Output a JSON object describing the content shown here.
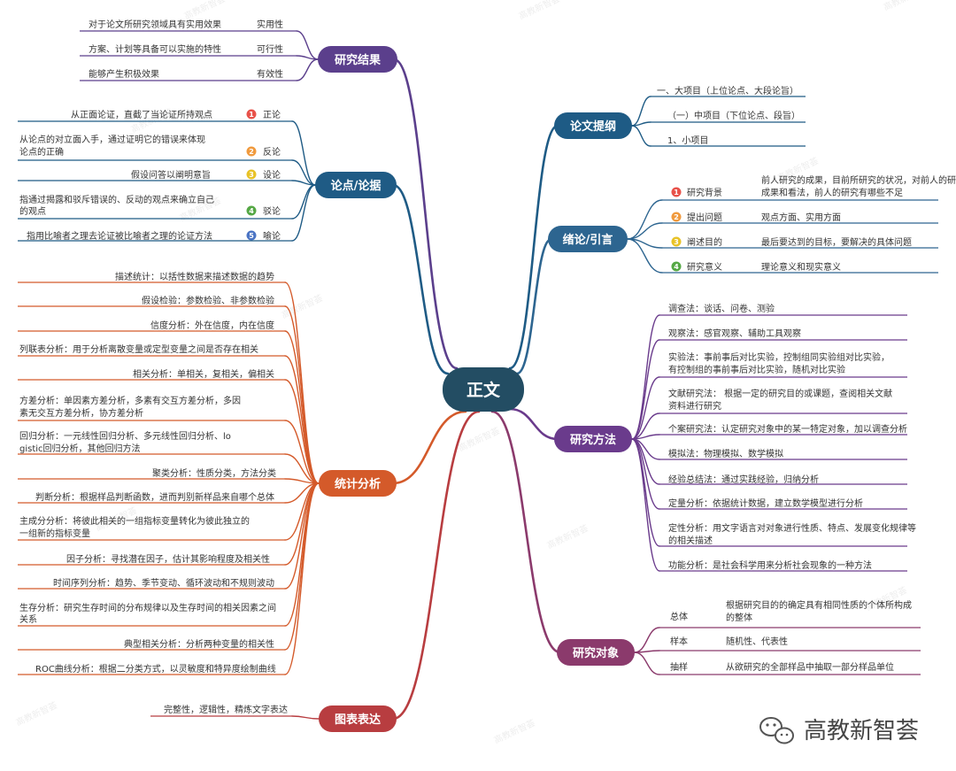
{
  "center": {
    "label": "正文",
    "color": "#234d63"
  },
  "brand": {
    "name": "高教新智荟",
    "icon": "wechat-icon"
  },
  "watermark": {
    "text": "高教新智荟"
  },
  "branches": {
    "results": {
      "label": "研究结果",
      "color": "#5b3f8c",
      "items": [
        {
          "text": "对于论文所研究领域具有实用效果",
          "tag": "实用性"
        },
        {
          "text": "方案、计划等具备可以实施的特性",
          "tag": "可行性"
        },
        {
          "text": "能够产生积极效果",
          "tag": "有效性"
        }
      ]
    },
    "arguments": {
      "label": "论点/论据",
      "color": "#1f5b85",
      "items": [
        {
          "text": "从正面论证，直截了当论证所持观点",
          "num": "1",
          "tag": "正论",
          "badge": "#e8524a"
        },
        {
          "text": "从论点的对立面入手，通过证明它的错误来体现论点的正确",
          "num": "2",
          "tag": "反论",
          "badge": "#f09a3e"
        },
        {
          "text": "假设问答以阐明意旨",
          "num": "3",
          "tag": "设论",
          "badge": "#e8c227"
        },
        {
          "text": "指通过揭露和驳斥错误的、反动的观点来确立自己的观点",
          "num": "4",
          "tag": "驳论",
          "badge": "#55a845"
        },
        {
          "text": "指用比喻者之理去论证被比喻者之理的论证方法",
          "num": "5",
          "tag": "喻论",
          "badge": "#4b74c4"
        }
      ]
    },
    "stats": {
      "label": "统计分析",
      "color": "#d45a2a",
      "items": [
        "描述统计：以括性数据来描述数据的趋势",
        "假设检验：参数检验、非参数检验",
        "信度分析：外在信度，内在信度",
        "列联表分析：用于分析离散变量或定型变量之间是否存在相关",
        "相关分析：单相关，复相关，偏相关",
        "方差分析：单因素方差分析，多素有交互方差分析，多因素无交互方差分析，协方差分析",
        "回归分析：一元线性回归分析、多元线性回归分析、logistic回归分析，其他回归方法",
        "聚类分析：性质分类，方法分类",
        "判断分析：根据样品判断函数，进而判别新样品来自哪个总体",
        "主成分分析：将彼此相关的一组指标变量转化为彼此独立的一组新的指标变量",
        "因子分析：寻找潜在因子，估计其影响程度及相关性",
        "时间序列分析：趋势、季节变动、循环波动和不规则波动",
        "生存分析：研究生存时间的分布规律以及生存时间的相关因素之间关系",
        "典型相关分析：分析两种变量的相关性",
        "ROC曲线分析：根据二分类方式，以灵敏度和特异度绘制曲线"
      ]
    },
    "charts": {
      "label": "图表表达",
      "color": "#b83d40",
      "items": [
        "完整性，逻辑性，精炼文字表达"
      ]
    },
    "outline": {
      "label": "论文提纲",
      "color": "#1e5b85",
      "items": [
        "一、大项目（上位论点、大段论旨）",
        "（一）中项目（下位论点、段旨）",
        "1、小项目"
      ]
    },
    "intro": {
      "label": "绪论/引言",
      "color": "#2d6590",
      "items": [
        {
          "num": "1",
          "tag": "研究背景",
          "text": "前人研究的成果，目前所研究的状况，对前人的研究成果和看法，前人的研究有哪些不足",
          "badge": "#e8524a"
        },
        {
          "num": "2",
          "tag": "提出问题",
          "text": "观点方面、实用方面",
          "badge": "#f09a3e"
        },
        {
          "num": "3",
          "tag": "阐述目的",
          "text": "最后要达到的目标，要解决的具体问题",
          "badge": "#e8c227"
        },
        {
          "num": "4",
          "tag": "研究意义",
          "text": "理论意义和现实意义",
          "badge": "#55a845"
        }
      ]
    },
    "methods": {
      "label": "研究方法",
      "color": "#6a3b8c",
      "items": [
        "调查法：谈话、问卷、测验",
        "观察法：感官观察、辅助工具观察",
        "实验法：事前事后对比实验，控制组同实验组对比实验，有控制组的事前事后对比实验，随机对比实验",
        "文献研究法：   根据一定的研究目的或课题，查阅相关文献资料进行研究",
        "个案研究法：认定研究对象中的某一特定对象，加以调查分析",
        "模拟法：物理模拟、数学模拟",
        "经验总结法：通过实践经验，归纳分析",
        "定量分析：依据统计数据，建立数学模型进行分析",
        "定性分析：用文字语言对对象进行性质、特点、发展变化规律等的相关描述",
        "功能分析：是社会科学用来分析社会现象的一种方法"
      ]
    },
    "objects": {
      "label": "研究对象",
      "color": "#8b3a6c",
      "items": [
        {
          "tag": "总体",
          "text": "根据研究目的的确定具有相同性质的个体所构成的整体"
        },
        {
          "tag": "样本",
          "text": "随机性、代表性"
        },
        {
          "tag": "抽样",
          "text": "从欲研究的全部样品中抽取一部分样品单位"
        }
      ]
    }
  }
}
